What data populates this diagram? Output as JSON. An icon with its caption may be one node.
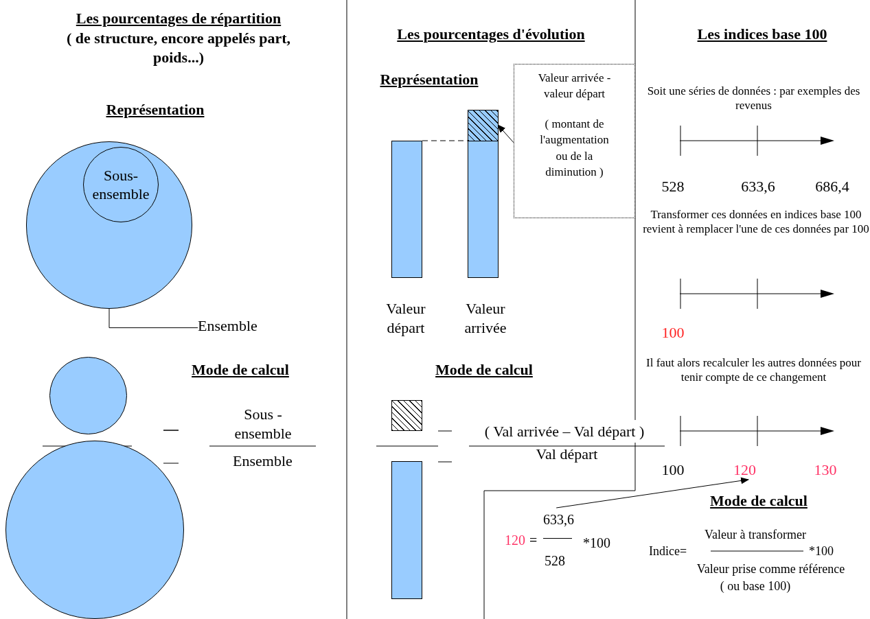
{
  "diagram": {
    "nodes": [
      {
        "text": [],
        "shape": "circle"
      },
      {
        "text": [
          "Sous- ensemble"
        ],
        "in": 0
      },
      {
        "text": [
          "Ensemble"
        ]
      },
      {
        "text": [],
        "shape": "bar",
        "beside": [
          "Valeur départ"
        ]
      },
      {
        "text": [],
        "shape": "bar",
        "beside": [
          "Valeur arrivée"
        ]
      },
      {
        "text": [],
        "shape": "box",
        "in": 4
      },
      {
        "text": [
          "Valeur arrivée - valeur départ",
          "( montant de l'augmentation ou de la diminution )"
        ]
      },
      {
        "text": [],
        "shape": "circle"
      },
      {
        "text": [],
        "shape": "circle"
      },
      {
        "text": [],
        "shape": "box"
      },
      {
        "text": [],
        "shape": "bar"
      },
      {
        "text": [
          "120",
          "=",
          "633,6",
          "528",
          "*100"
        ]
      },
      {
        "text": [
          "120"
        ]
      }
    ],
    "edges": [
      {
        "from": 0,
        "to": 2,
        "arrow": "none"
      },
      {
        "from": 3,
        "to": 4,
        "arrow": "none",
        "style": "dashed"
      },
      {
        "from": 6,
        "to": 5,
        "arrow": "to"
      },
      {
        "from": 11,
        "to": 12,
        "arrow": "to"
      }
    ],
    "labels": [
      "Les pourcentages de répartition",
      "( de structure, encore appelés part, poids...)",
      "Représentation",
      "Mode de calcul",
      "Sous - ensemble",
      "Ensemble",
      "Les pourcentages d'évolution",
      "Représentation",
      "Mode de calcul",
      "( Val arrivée – Val départ )",
      "Val départ",
      "Les indices base 100",
      "Soit une séries de données : par exemples des revenus",
      "528",
      "633,6",
      "686,4",
      "Transformer ces données en indices base 100 revient à remplacer l'une de ces données par 100",
      "100",
      "Il faut alors recalculer les autres données pour tenir compte de ce changement",
      "100",
      "130",
      "Mode de calcul",
      "Valeur à transformer",
      "Indice=",
      "*100",
      "Valeur prise comme référence",
      "( ou base 100)"
    ]
  }
}
